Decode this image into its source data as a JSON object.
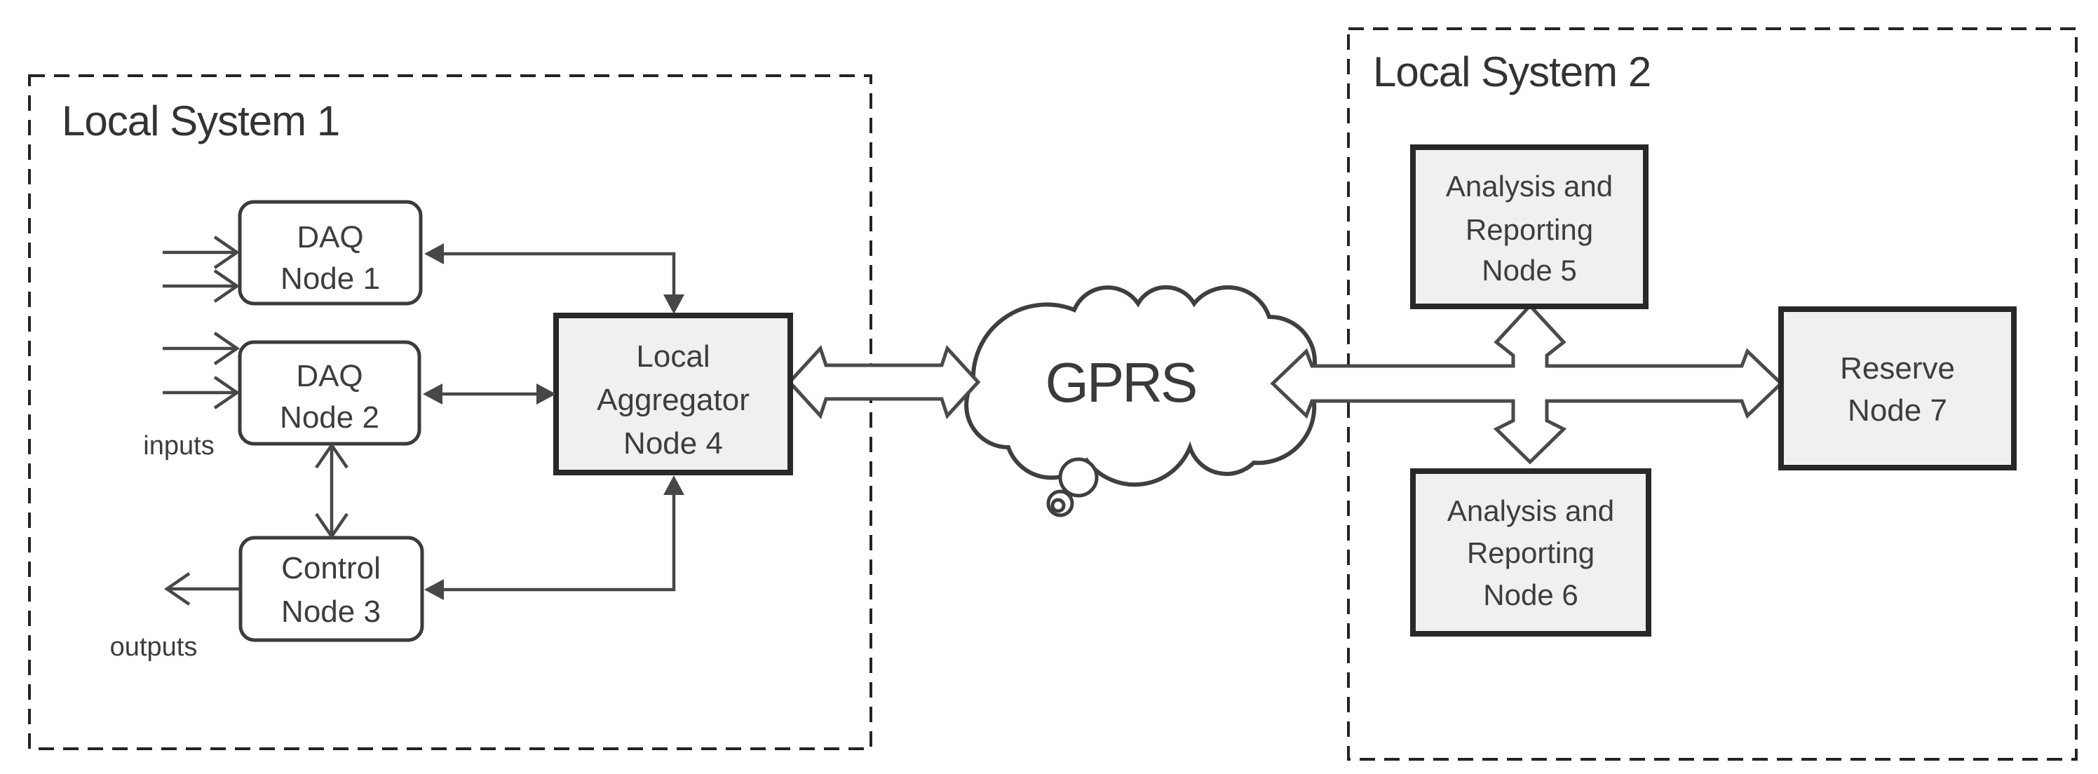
{
  "local_system_1": {
    "title": "Local System 1",
    "annotations": {
      "inputs": "inputs",
      "outputs": "outputs"
    },
    "nodes": {
      "daq1": {
        "line1": "DAQ",
        "line2": "Node 1"
      },
      "daq2": {
        "line1": "DAQ",
        "line2": "Node 2"
      },
      "control3": {
        "line1": "Control",
        "line2": "Node 3"
      },
      "aggregator4": {
        "line1": "Local",
        "line2": "Aggregator",
        "line3": "Node 4"
      }
    }
  },
  "network": {
    "label": "GPRS"
  },
  "local_system_2": {
    "title": "Local System 2",
    "nodes": {
      "node5": {
        "line1": "Analysis and",
        "line2": "Reporting",
        "line3": "Node 5"
      },
      "node6": {
        "line1": "Analysis and",
        "line2": "Reporting",
        "line3": "Node 6"
      },
      "node7": {
        "line1": "Reserve",
        "line2": "Node 7"
      }
    }
  },
  "colors": {
    "background": "#ffffff",
    "node_fill_gray": "#f0f0f0",
    "node_fill_white": "#ffffff",
    "stroke_dark": "#282828",
    "stroke_mid": "#474747",
    "text": "#3d3d3d"
  }
}
